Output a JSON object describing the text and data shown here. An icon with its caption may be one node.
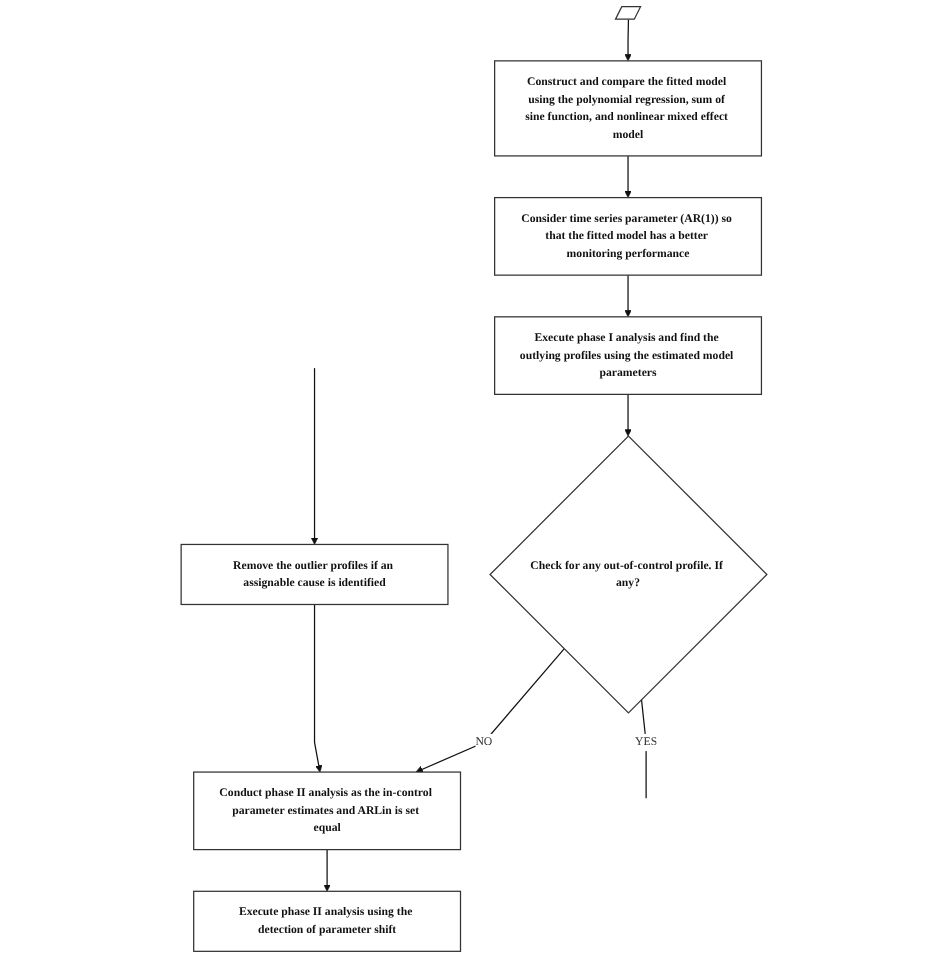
{
  "diagram": {
    "nodes": [
      {
        "text": [],
        "shape": "parallelogram"
      },
      {
        "text": [
          "Construct and compare the fitted model using the polynomial regression, sum of sine function, and nonlinear mixed effect model"
        ]
      },
      {
        "text": [
          "Consider time series parameter (AR(1)) so that the fitted model has a better monitoring performance"
        ]
      },
      {
        "text": [
          "Execute phase I analysis and find the outlying profiles using the estimated model parameters"
        ]
      },
      {
        "text": [
          "Check for any out-of-control profile. If any?"
        ]
      },
      {
        "text": [
          "Remove the outlier profiles if an assignable cause is identified"
        ]
      },
      {
        "text": [
          "Conduct phase II analysis as the in-control parameter estimates and ARLin is set equal"
        ]
      },
      {
        "text": [
          "Execute phase II analysis using the detection of parameter shift"
        ]
      }
    ],
    "edges": [
      {
        "from": 0,
        "to": 1,
        "arrow": "to"
      },
      {
        "from": 1,
        "to": 2,
        "arrow": "to"
      },
      {
        "from": 2,
        "to": 3,
        "arrow": "to"
      },
      {
        "from": 3,
        "to": 4,
        "arrow": "to"
      },
      {
        "from": 4,
        "to": 6,
        "arrow": "to",
        "label": "NO"
      },
      {
        "from": 4,
        "to": null,
        "arrow": "none",
        "label": "YES"
      },
      {
        "from": null,
        "to": 5,
        "arrow": "to"
      },
      {
        "from": 5,
        "to": 6,
        "arrow": "to"
      },
      {
        "from": 6,
        "to": 7,
        "arrow": "to"
      }
    ]
  }
}
